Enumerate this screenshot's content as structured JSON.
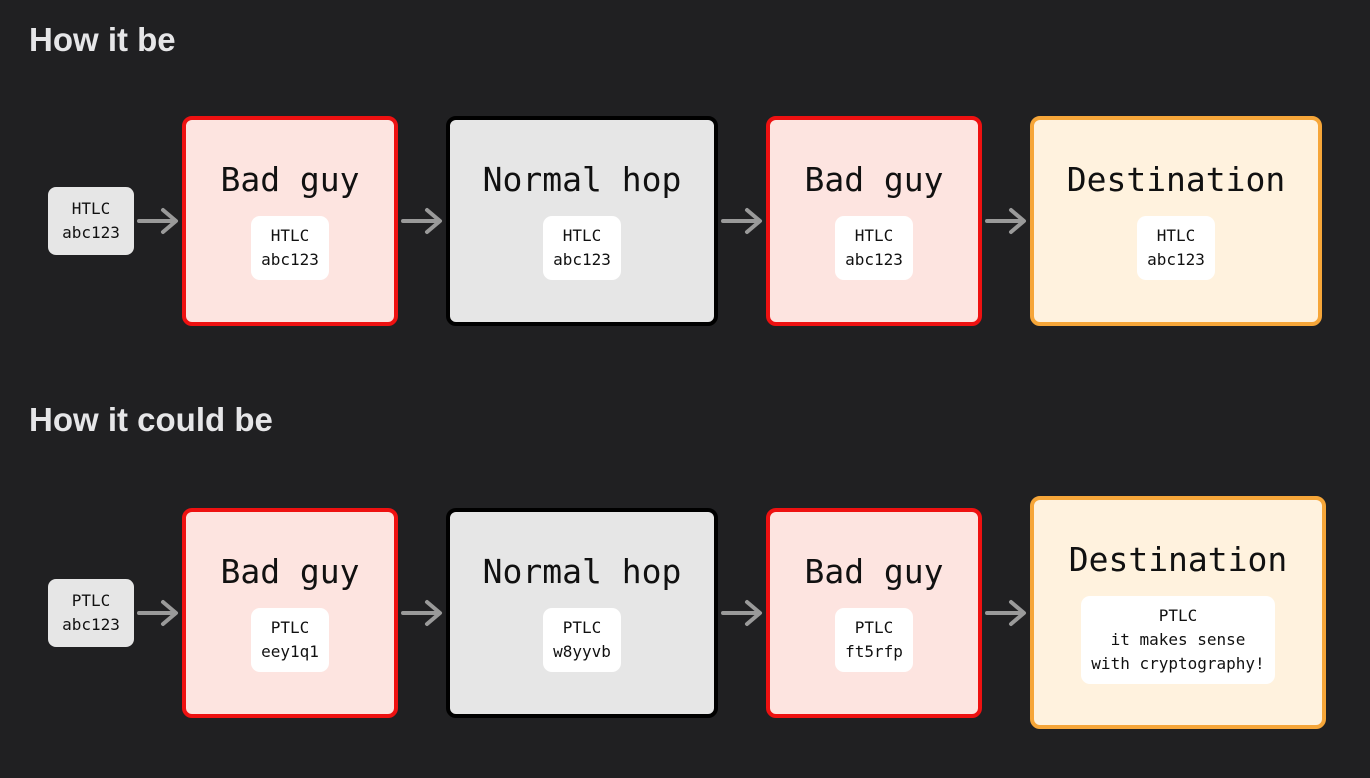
{
  "sections": [
    {
      "title": "How it be",
      "start": {
        "kind": "HTLC",
        "value": "abc123"
      },
      "hops": [
        {
          "role": "bad",
          "name": "Bad guy",
          "kind": "HTLC",
          "value": "abc123"
        },
        {
          "role": "normal",
          "name": "Normal hop",
          "kind": "HTLC",
          "value": "abc123"
        },
        {
          "role": "bad",
          "name": "Bad guy",
          "kind": "HTLC",
          "value": "abc123"
        },
        {
          "role": "destination",
          "name": "Destination",
          "kind": "HTLC",
          "value": "abc123"
        }
      ]
    },
    {
      "title": "How it could be",
      "start": {
        "kind": "PTLC",
        "value": "abc123"
      },
      "hops": [
        {
          "role": "bad",
          "name": "Bad guy",
          "kind": "PTLC",
          "value": "eey1q1"
        },
        {
          "role": "normal",
          "name": "Normal hop",
          "kind": "PTLC",
          "value": "w8yyvb"
        },
        {
          "role": "bad",
          "name": "Bad guy",
          "kind": "PTLC",
          "value": "ft5rfp"
        },
        {
          "role": "destination",
          "name": "Destination",
          "kind": "PTLC",
          "value": "it makes sense",
          "note": "with cryptography!"
        }
      ]
    }
  ],
  "colors": {
    "background": "#202022",
    "bad_fill": "#fde4e0",
    "bad_border": "#ee1111",
    "normal_fill": "#e6e6e6",
    "normal_border": "#000000",
    "destination_fill": "#fff2de",
    "destination_border": "#f6a639",
    "arrow": "#9a9a9a"
  }
}
